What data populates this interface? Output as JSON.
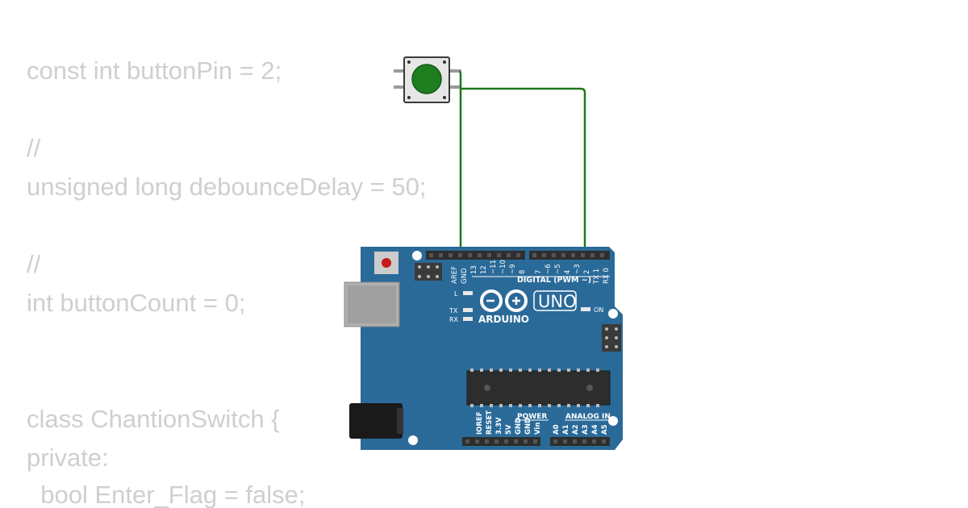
{
  "code_lines": [
    "const int buttonPin = 2;",
    "//",
    "unsigned long debounceDelay = 50;",
    "//",
    "int buttonCount = 0;",
    "class ChantionSwitch {",
    "private:",
    "  bool Enter_Flag = false;"
  ],
  "board": {
    "model": "UNO",
    "brand": "ARDUINO",
    "digital_header": "DIGITAL (PWM ~)",
    "power_header": "POWER",
    "analog_header": "ANALOG IN",
    "led_l": "L",
    "led_tx": "TX",
    "led_rx": "RX",
    "led_on": "ON",
    "digital_pins": [
      "AREF",
      "GND",
      "13",
      "12",
      "~11",
      "~10",
      "~9",
      "8",
      "7",
      "~6",
      "~5",
      "4",
      "~3",
      "2",
      "TX 1",
      "RX 0"
    ],
    "power_pins": [
      "IOREF",
      "RESET",
      "3.3V",
      "5V",
      "GND",
      "GND",
      "Vin"
    ],
    "analog_pins": [
      "A0",
      "A1",
      "A2",
      "A3",
      "A4",
      "A5"
    ]
  },
  "colors": {
    "board": "#2a6a99",
    "board_dark": "#1f5279",
    "wire": "#1a7a1a",
    "button_cap": "#1e7d1e",
    "code_text": "#cfcfcf"
  }
}
